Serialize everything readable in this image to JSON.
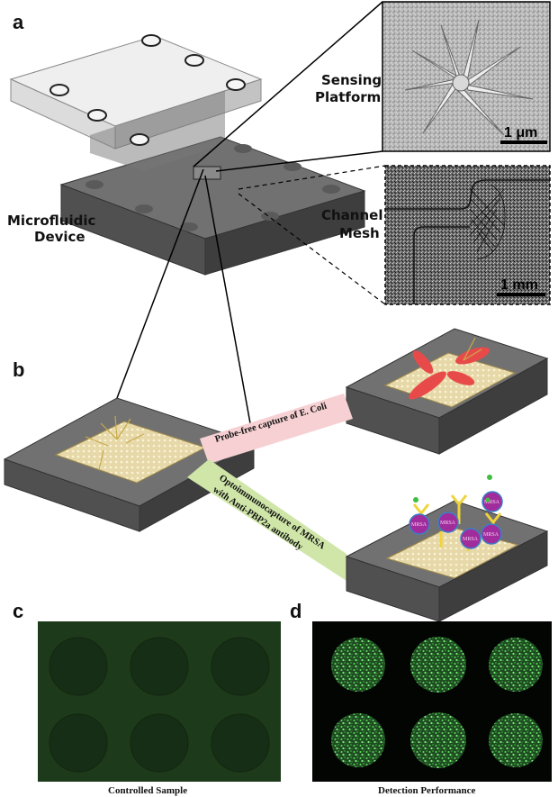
{
  "panels": {
    "a": "a",
    "b": "b",
    "c": "c",
    "d": "d"
  },
  "panel_a": {
    "device_label_line1": "Microfluidic",
    "device_label_line2": "Device",
    "sensing_label_line1": "Sensing",
    "sensing_label_line2": "Platform",
    "channel_label_line1": "Channel",
    "channel_label_line2": "Mesh",
    "sem_scale": "1 μm",
    "mesh_scale": "1 mm"
  },
  "panel_b": {
    "top_banner": "Probe-free capture of E. Coli",
    "bottom_banner_line1": "Optoimmunocapture of MRSA",
    "bottom_banner_line2": "with Anti-PBP2a antibody",
    "bacteria_label": "MRSA"
  },
  "panel_c": {
    "caption": "Controlled Sample"
  },
  "panel_d": {
    "caption": "Detection Performance"
  },
  "colors": {
    "block_top": "#6f6f6f",
    "block_side": "#4a4a4a",
    "ecoli": "#e84a4a",
    "banner_pink": "#f6d0d2",
    "banner_green": "#cfe6a8",
    "mrsa": "#a12c9c",
    "antibody": "#f0d43a",
    "fluor_green": "#3fbe3f",
    "dark_green_bg": "#16331a"
  }
}
